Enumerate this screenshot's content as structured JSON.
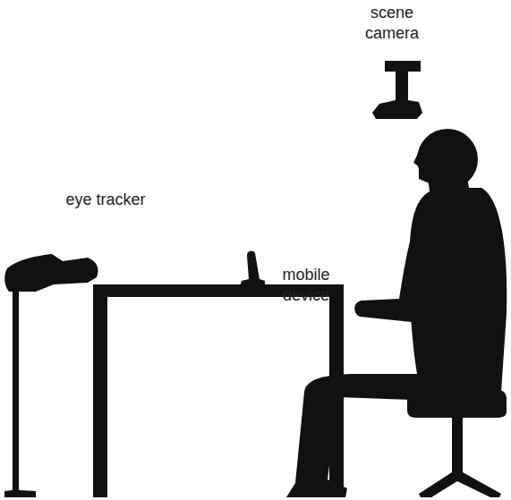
{
  "diagram": {
    "labels": [
      "scene camera",
      "eye tracker",
      "mobile device"
    ]
  }
}
